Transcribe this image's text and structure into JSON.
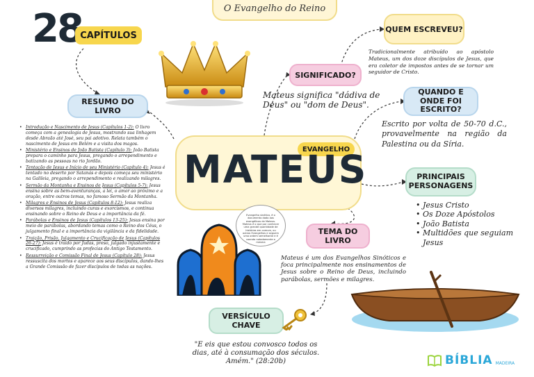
{
  "top_banner": "O Evangelho do Reino",
  "chapters": {
    "number": "28",
    "label": "CAPÍTULOS"
  },
  "book": {
    "badge": "EVANGELHO",
    "title": "MATEUS"
  },
  "summary": {
    "title": "RESUMO DO LIVRO",
    "items": [
      {
        "head": "Introdução e Nascimento de Jesus (Capítulos 1-2):",
        "text": " O livro começa com a genealogia de Jesus, mostrando sua linhagem desde Abraão até José, seu pai adotivo. Relata também o nascimento de Jesus em Belém e a visita dos magos."
      },
      {
        "head": "Ministério e Ensinos de João Batista (Capítulo 3):",
        "text": " João Batista prepara o caminho para Jesus, pregando o arrependimento e batizando as pessoas no rio Jordão."
      },
      {
        "head": "Tentação de Jesus e Início de seu Ministério (Capítulo 4):",
        "text": " Jesus é tentado no deserto por Satanás e depois começa seu ministério na Galileia, pregando o arrependimento e realizando milagres."
      },
      {
        "head": "Sermão da Montanha e Ensinos de Jesus (Capítulos 5-7):",
        "text": " Jesus ensina sobre as bem-aventuranças, a lei, o amor ao próximo e a oração, entre outros temas, no famoso Sermão da Montanha."
      },
      {
        "head": "Milagres e Ensinos de Jesus (Capítulos 8-12):",
        "text": " Jesus realiza diversos milagres, incluindo curas e exorcismos, e continua ensinando sobre o Reino de Deus e a importância da fé."
      },
      {
        "head": "Parábolas e Ensinos de Jesus (Capítulos 13-25):",
        "text": " Jesus ensina por meio de parábolas, abordando temas como o Reino dos Céus, o julgamento final e a importância da vigilância e da fidelidade."
      },
      {
        "head": "Traição, Prisão, Julgamento e Crucificação de Jesus (Capítulos 26-27):",
        "text": " Jesus é traído por Judas, preso, julgado injustamente e crucificado, cumprindo as profecias do Antigo Testamento."
      },
      {
        "head": "Ressurreição e Comissão Final de Jesus (Capítulo 28):",
        "text": " Jesus ressuscita dos mortos e aparece aos seus discípulos, dando-lhes a Grande Comissão de fazer discípulos de todas as nações."
      }
    ]
  },
  "meaning": {
    "title": "SIGNIFICADO?",
    "text": "Mateus significa \"dádiva de Deus\" ou \"dom de Deus\"."
  },
  "author": {
    "title": "QUEM ESCREVEU?",
    "text": "Tradicionalmente atribuído ao apóstolo Mateus, um dos doze discípulos de Jesus, que era coletor de impostos antes de se tornar um seguidor de Cristo."
  },
  "when": {
    "title": "QUANDO E ONDE FOI ESCRITO?",
    "text": "Escrito por volta de 50-70 d.C., provavelmente na região da Palestina ou da Síria."
  },
  "characters": {
    "title": "PRINCIPAIS PERSONAGENS",
    "items": [
      "Jesus Cristo",
      "Os Doze Apóstolos",
      "João Batista",
      "Multidões que seguiam Jesus"
    ]
  },
  "theme": {
    "title": "TEMA DO LIVRO",
    "text": "Mateus é um dos Evangelhos Sinóticos e foca principalmente nos ensinamentos de Jesus sobre o Reino de Deus, incluindo parábolas, sermões e milagres."
  },
  "bubble": "Evangelho sinótico, é o documento dado aos evangélicos de Mateus. Mateus é o que por conhecer uma grande quantidade de histórias em comum, ou outros Evangelhos e seguem uma ordem semelhante e é usando notadamente a mesma",
  "verse": {
    "title": "VERSÍCULO CHAVE",
    "text": "\"E eis que estou convosco todos os dias, até à consumação dos séculos. Amém.\" (28:20b)"
  },
  "brand": {
    "name": "BÍBLIA",
    "sub": "MADEIRA"
  },
  "colors": {
    "yellow": "#f7d64d",
    "navy": "#1e2a35",
    "blue_pill": "#d8e9f6",
    "pink_pill": "#f6cde0",
    "green_pill": "#d7efe4",
    "brand": "#2aa7d8"
  }
}
